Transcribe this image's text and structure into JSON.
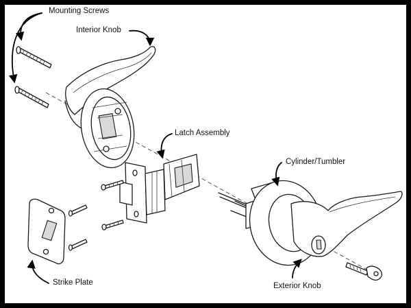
{
  "labels": {
    "mounting_screws": "Mounting Screws",
    "interior_knob": "Interior Knob",
    "latch_assembly": "Latch Assembly",
    "cylinder_tumbler": "Cylinder/Tumbler",
    "strike_plate": "Strike Plate",
    "exterior_knob": "Exterior Knob"
  },
  "colors": {
    "frame_border": "#000000",
    "background": "#ffffff",
    "line_art": "#1a1a1a"
  }
}
